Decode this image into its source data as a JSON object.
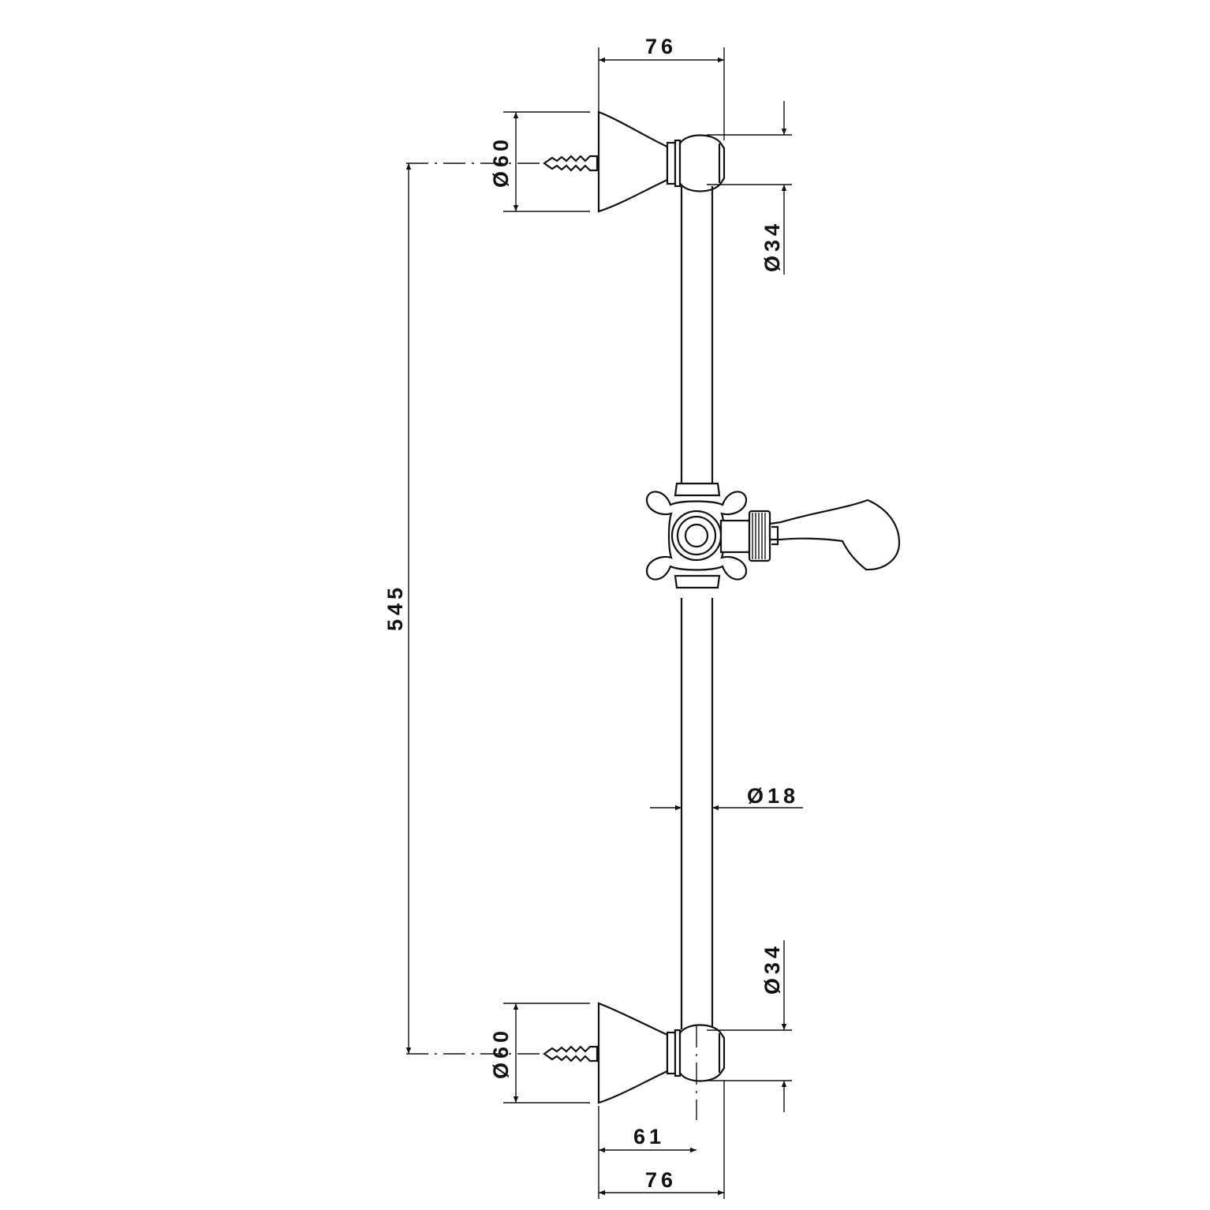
{
  "dimensions": {
    "top_width": "76",
    "top_mount_diameter": "Ø60",
    "top_knuckle_diameter": "Ø34",
    "centre_distance": "545",
    "bar_diameter": "Ø18",
    "bottom_knuckle_diameter": "Ø34",
    "bottom_mount_diameter": "Ø60",
    "bottom_offset": "61",
    "bottom_width": "76"
  }
}
